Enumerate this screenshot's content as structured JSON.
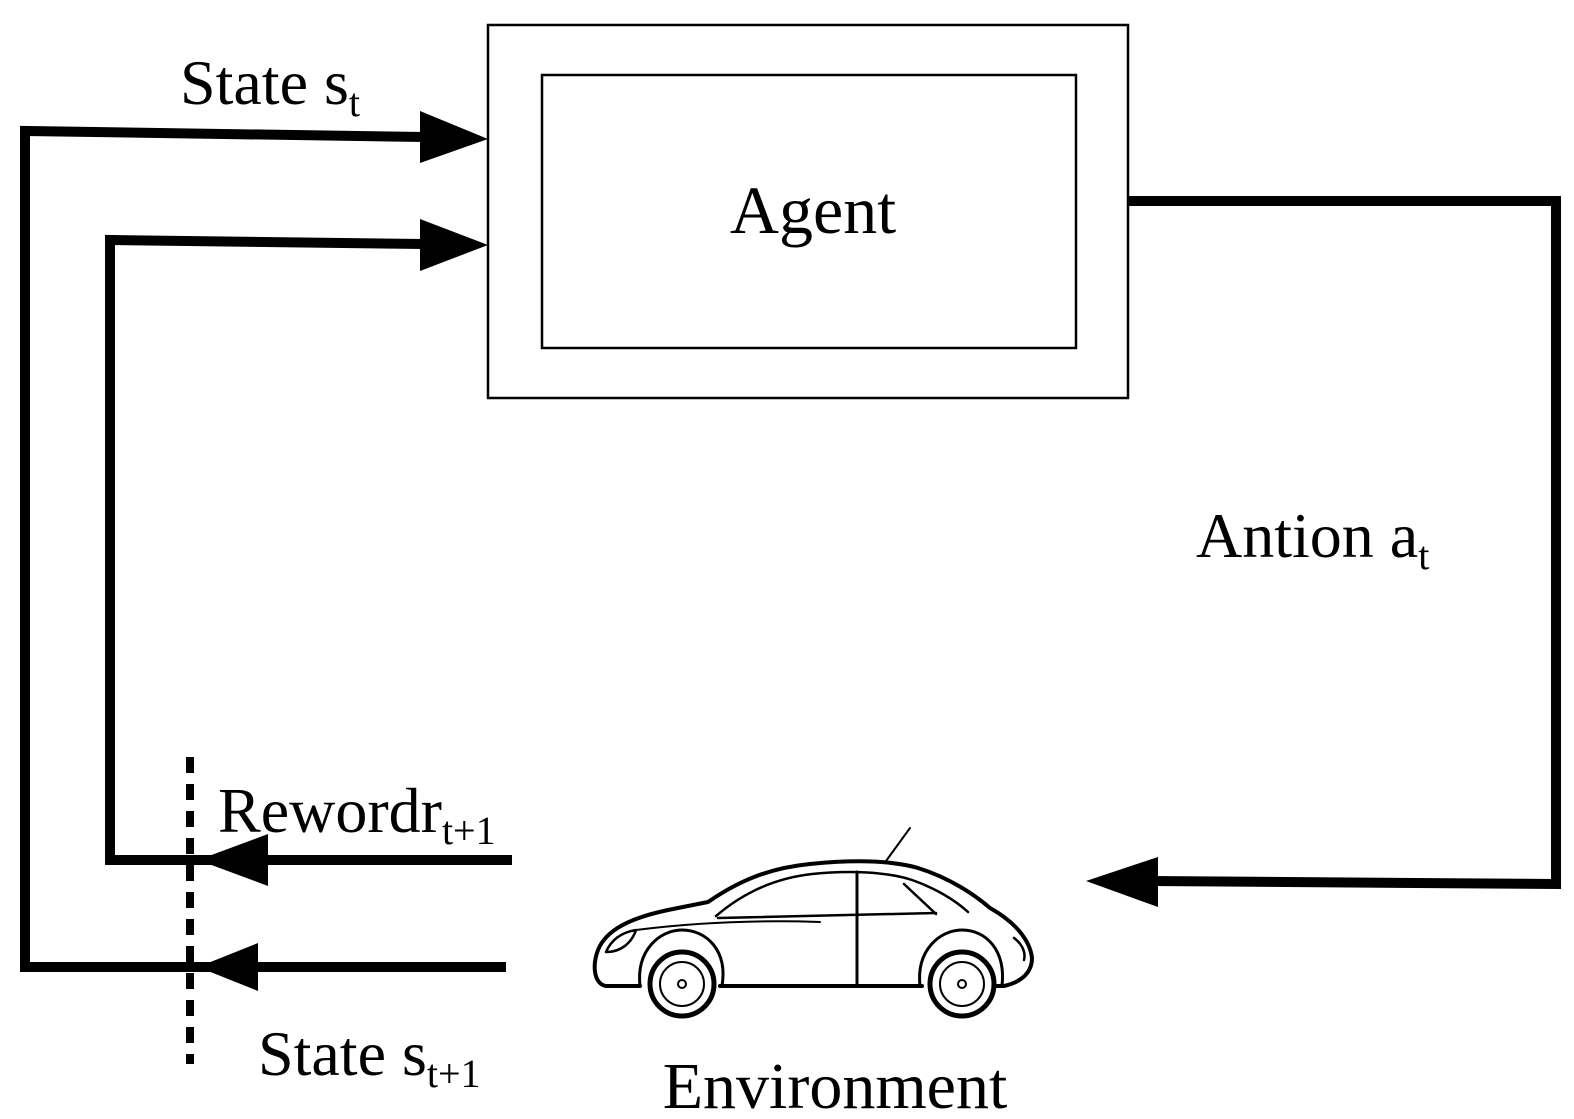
{
  "agent": {
    "label": "Agent"
  },
  "environment": {
    "label": "Environment",
    "icon": "car-icon"
  },
  "arrows": {
    "state_top": {
      "main": "State s",
      "sub": "t"
    },
    "action": {
      "main": "Antion a",
      "sub": "t"
    },
    "reward": {
      "main": "Rewordr",
      "sub": "t+1"
    },
    "state_next": {
      "main": "State s",
      "sub": "t+1"
    }
  },
  "colors": {
    "ink": "#000000",
    "background": "#ffffff"
  }
}
